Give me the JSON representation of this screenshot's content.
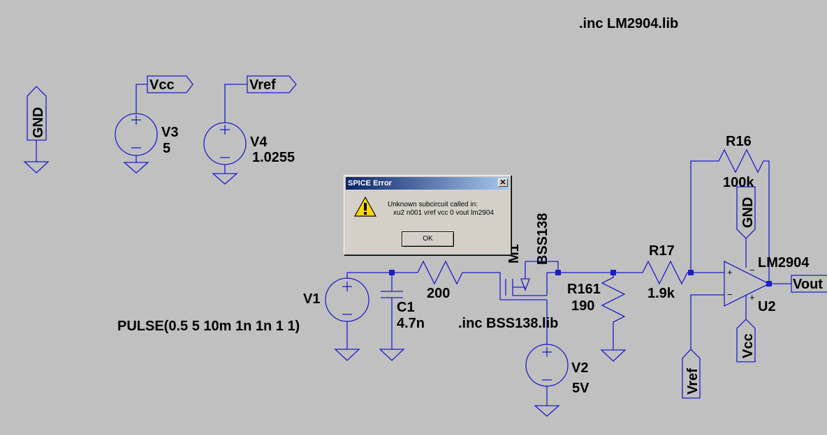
{
  "directives": {
    "lm2904_inc": ".inc LM2904.lib",
    "bss138_inc": ".inc BSS138.lib"
  },
  "labels": {
    "gnd": "GND",
    "vcc": "Vcc",
    "vref": "Vref",
    "vout": "Vout"
  },
  "components": {
    "v3": {
      "name": "V3",
      "value": "5"
    },
    "v4": {
      "name": "V4",
      "value": "1.0255"
    },
    "v1": {
      "name": "V1",
      "value": "PULSE(0.5 5 10m 1n 1n 1 1)"
    },
    "c1": {
      "name": "C1",
      "value": "4.7n"
    },
    "r_gate": {
      "value": "200"
    },
    "m1": {
      "name": "M1",
      "value": "BSS138"
    },
    "r161": {
      "name": "R161",
      "value": "190"
    },
    "r17": {
      "name": "R17",
      "value": "1.9k"
    },
    "r16": {
      "name": "R16",
      "value": "100k"
    },
    "u2": {
      "name": "U2",
      "value": "LM2904"
    },
    "v2": {
      "name": "V2",
      "value": "5V"
    }
  },
  "pins": {
    "plus": "+",
    "minus": "−"
  },
  "dialog": {
    "title": "SPICE Error",
    "close": "✕",
    "message_line1": "Unknown subcircuit called in:",
    "message_line2": "xu2 n001 vref vcc 0 vout lm2904",
    "ok_label": "OK",
    "icon": "warning-icon"
  },
  "colors": {
    "background": "#c0c0c0",
    "wire": "#1d1dc8"
  }
}
